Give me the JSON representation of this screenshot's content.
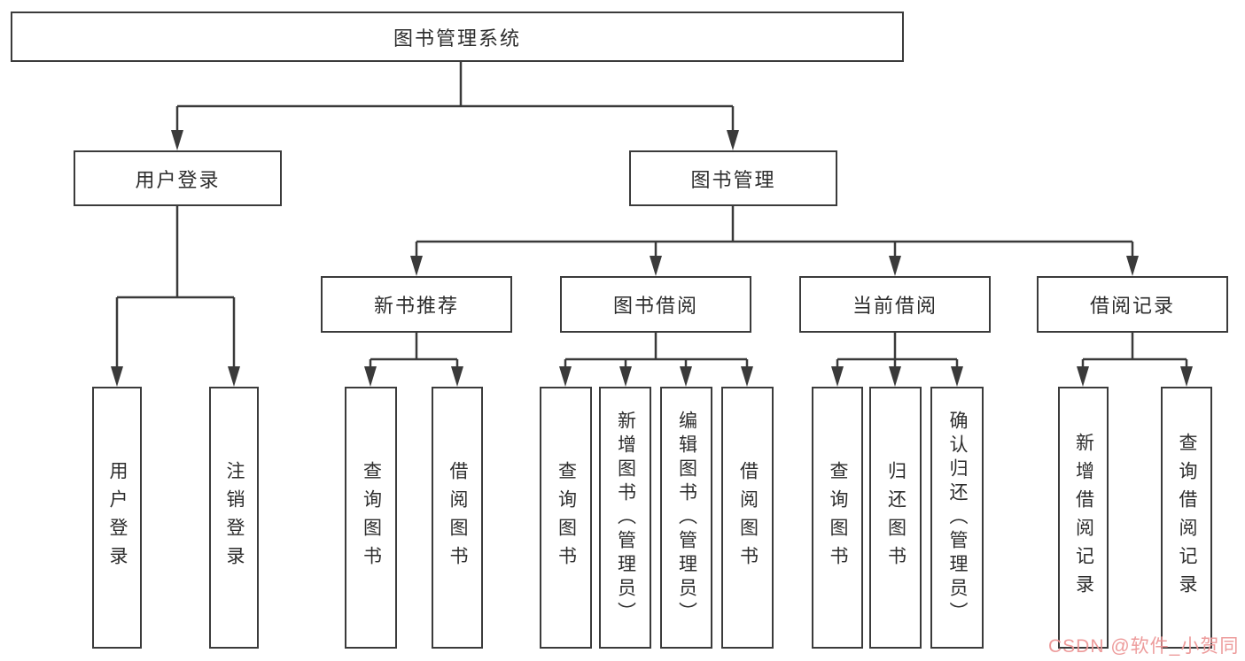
{
  "diagram": {
    "title": "图书管理系统",
    "type": "tree",
    "colors": {
      "line": "#3a3a3a",
      "box_border": "#3b3b3b",
      "text": "#2d2d2d",
      "background": "#ffffff",
      "watermark": "#ec9696"
    },
    "nodes": {
      "root": "图书管理系统",
      "user_login": "用户登录",
      "book_mgmt": "图书管理",
      "new_book_rec": "新书推荐",
      "book_borrow": "图书借阅",
      "current_borrow": "当前借阅",
      "borrow_record": "借阅记录",
      "l4_user_login": "用户登录",
      "l4_logout": "注销登录",
      "l4_nbr_query": "查询图书",
      "l4_nbr_borrow": "借阅图书",
      "l4_bb_query": "查询图书",
      "l4_bb_add": "新增图书（管理员）",
      "l4_bb_edit": "编辑图书（管理员）",
      "l4_bb_borrow": "借阅图书",
      "l4_cb_query": "查询图书",
      "l4_cb_return": "归还图书",
      "l4_cb_confirm": "确认归还（管理员）",
      "l4_br_add": "新增借阅记录",
      "l4_br_query": "查询借阅记录"
    },
    "edges": [
      [
        "root",
        "user_login"
      ],
      [
        "root",
        "book_mgmt"
      ],
      [
        "user_login",
        "l4_user_login"
      ],
      [
        "user_login",
        "l4_logout"
      ],
      [
        "book_mgmt",
        "new_book_rec"
      ],
      [
        "book_mgmt",
        "book_borrow"
      ],
      [
        "book_mgmt",
        "current_borrow"
      ],
      [
        "book_mgmt",
        "borrow_record"
      ],
      [
        "new_book_rec",
        "l4_nbr_query"
      ],
      [
        "new_book_rec",
        "l4_nbr_borrow"
      ],
      [
        "book_borrow",
        "l4_bb_query"
      ],
      [
        "book_borrow",
        "l4_bb_add"
      ],
      [
        "book_borrow",
        "l4_bb_edit"
      ],
      [
        "book_borrow",
        "l4_bb_borrow"
      ],
      [
        "current_borrow",
        "l4_cb_query"
      ],
      [
        "current_borrow",
        "l4_cb_return"
      ],
      [
        "current_borrow",
        "l4_cb_confirm"
      ],
      [
        "borrow_record",
        "l4_br_add"
      ],
      [
        "borrow_record",
        "l4_br_query"
      ]
    ]
  },
  "watermark": {
    "text": "CSDN @软件_小贺同学"
  }
}
